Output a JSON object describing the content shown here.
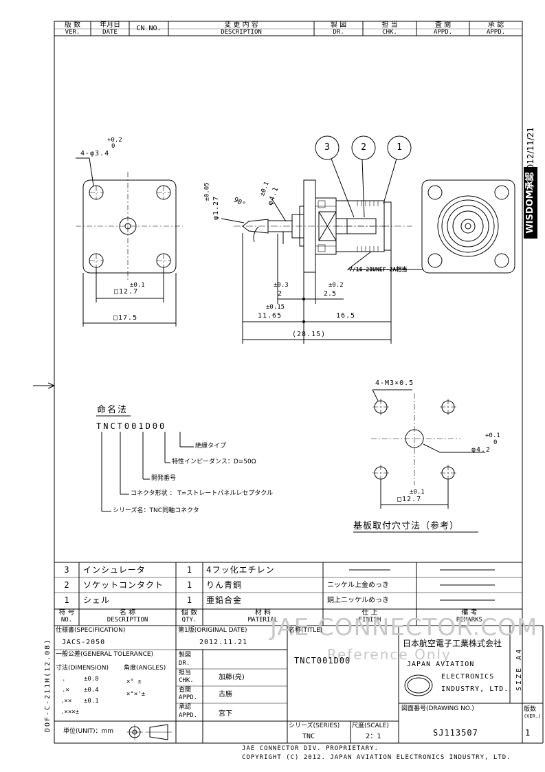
{
  "revision_header": {
    "ver_jp": "版 数",
    "ver": "VER.",
    "date_jp": "年月日",
    "date": "DATE",
    "cn_no": "CN NO.",
    "desc_jp": "変 更 内 容",
    "desc": "DESCRIPTION",
    "dr_jp": "製 図",
    "dr": "DR.",
    "chk_jp": "担 当",
    "chk": "CHK.",
    "appd1_jp": "査 閲",
    "appd1": "APPD.",
    "appd2_jp": "承 認",
    "appd2": "APPD."
  },
  "side_stamp": {
    "date": "2012/11/21",
    "stamp": "WISDOM承認"
  },
  "dimensions": {
    "hole_tol": "+0.2",
    "hole_tol2": "0",
    "hole_spec": "4-φ3.4",
    "d1_tol": "±0.05",
    "d1": "φ1.27",
    "d2_tol": "±0.1",
    "d2": "φ4.1",
    "angle": "90°",
    "sq1_tol": "±0.1",
    "sq1": "□12.7",
    "sq2": "□17.5",
    "thread": "7/16-28UNEF-2A相当",
    "l1_tol": "±0.3",
    "l1": "2",
    "l2_tol": "±0.2",
    "l2": "2.5",
    "l3_tol": "±0.15",
    "l3": "11.65",
    "l4": "16.5",
    "l5": "(28.15)",
    "balloon1": "1",
    "balloon2": "2",
    "balloon3": "3"
  },
  "naming": {
    "title": "命名法",
    "code": "TNCT001D00",
    "n1": "絶縁タイプ",
    "n2": "特性インピーダンス：D=50Ω",
    "n3": "開発番号",
    "n4": "コネクタ形状 ： T=ストレートパネルレセプタクル",
    "n5": "シリーズ名：TNC同軸コネクタ"
  },
  "mounting": {
    "title": "基板取付穴寸法（参考）",
    "screw": "4-M3×0.5",
    "hole_tol": "+0.1",
    "hole_tol2": "0",
    "hole": "φ4.2",
    "sq_tol": "±0.1",
    "sq": "□12.7"
  },
  "parts": [
    {
      "no": "3",
      "desc": "インシュレータ",
      "qty": "1",
      "material": "4フッ化エチレン",
      "finish": ""
    },
    {
      "no": "2",
      "desc": "ソケットコンタクト",
      "qty": "1",
      "material": "りん青銅",
      "finish": "ニッケル上金めっき"
    },
    {
      "no": "1",
      "desc": "シェル",
      "qty": "1",
      "material": "亜鉛合金",
      "finish": "銅上ニッケルめっき"
    }
  ],
  "parts_header": {
    "no_jp": "符 号",
    "no": "NO.",
    "desc_jp": "名 称",
    "desc": "DESCRIPTION",
    "qty_jp": "個 数",
    "qty": "QTY.",
    "mat_jp": "材 料",
    "mat": "MATERIAL",
    "fin_jp": "仕 上",
    "fin": "FINISH",
    "rem_jp": "備 考",
    "rem": "REMARKS"
  },
  "title_block": {
    "spec_label": "仕様書(SPECIFICATION)",
    "spec": "JACS-2050",
    "orig_label": "第1版(ORIGINAL DATE)",
    "orig_date": "2012.11.21",
    "title_label": "名称(TITLE)",
    "title": "TNCT001D00",
    "company_jp": "日本航空電子工業株式会社",
    "company_en1": "JAPAN AVIATION",
    "company_en2": "ELECTRONICS",
    "company_en3": "INDUSTRY, LTD.",
    "size_label": "SIZE A4",
    "tol_label": "一般公差(GENERAL TOLERANCE)",
    "dim_label": "寸法(DIMENSION)",
    "ang_label": "角度(ANGLES)",
    "tol1a": ".",
    "tol1b": "±0.8",
    "tol2a": ".×",
    "tol2b": "±0.4",
    "tol3a": ".××",
    "tol3b": "±0.1",
    "tol4a": ".×××±",
    "tol4b": "",
    "ang1": "×°  ±",
    "ang2": "×°×'±",
    "dr_label_jp": "製図",
    "dr_label": "DR.",
    "chk_label_jp": "担当",
    "chk_label": "CHK.",
    "chk_name": "加藤(亮)",
    "appd1_label_jp": "査閲",
    "appd1_label": "APPD.",
    "appd1_name": "古勝",
    "appd2_label_jp": "承認",
    "appd2_label": "APPD.",
    "appd2_name": "宮下",
    "unit": "単位(UNIT)：mm",
    "series_label": "シリーズ(SERIES)",
    "series": "TNC",
    "scale_label": "尺度(SCALE)",
    "scale": "2：1",
    "dwg_label": "図面番号(DRAWING NO.)",
    "dwg_no": "SJ113507",
    "ver_label": "版数",
    "ver_label2": "(VER.)",
    "ver": "1",
    "form_no": "DOF-C-211H(12.08)"
  },
  "watermark": {
    "line1": "JAE CONNECTOR.COM",
    "line2": "Reference Only"
  },
  "footer": {
    "line1": "JAE CONNECTOR DIV. PROPRIETARY.",
    "line2": "COPYRIGHT (C) 2012. JAPAN AVIATION ELECTRONICS INDUSTRY, LTD."
  }
}
